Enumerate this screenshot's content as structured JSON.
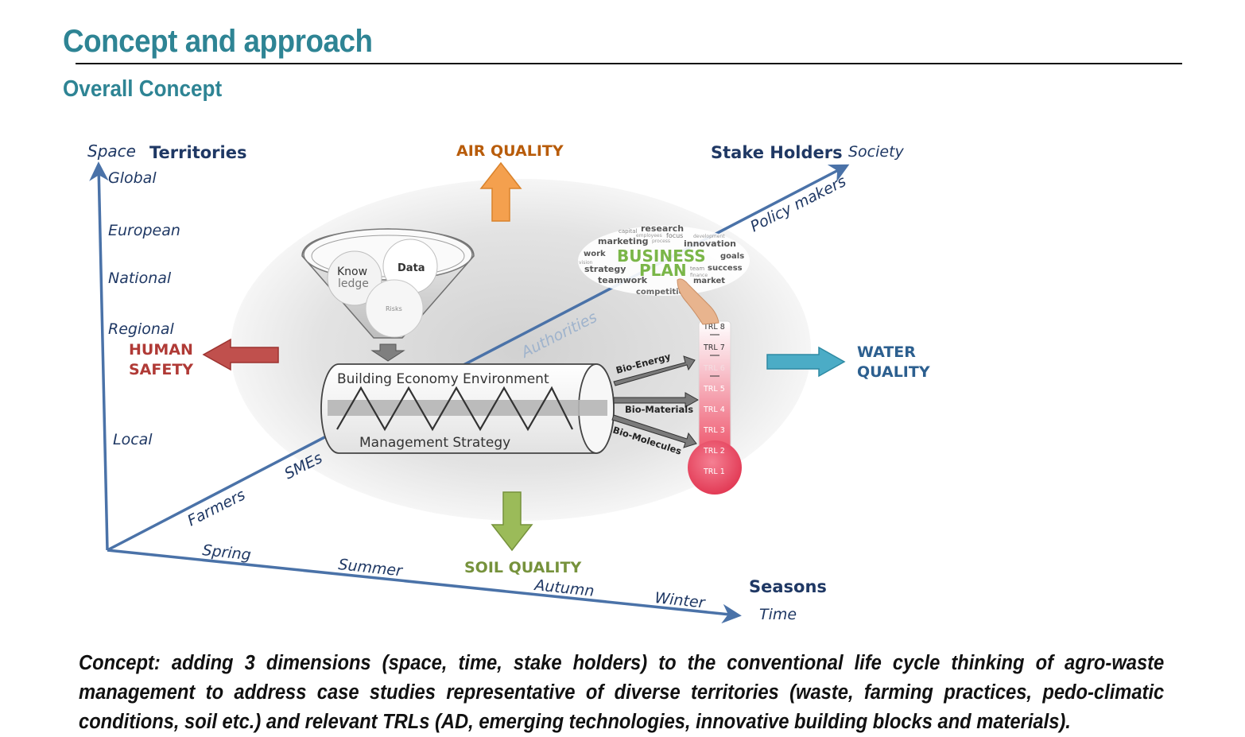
{
  "page_title": "Concept and approach",
  "section_title": "Overall Concept",
  "diagram": {
    "space_axis": {
      "label": "Space",
      "title": "Territories",
      "levels": [
        "Global",
        "European",
        "National",
        "Regional",
        "Local"
      ]
    },
    "time_axis": {
      "label": "Time",
      "title": "Seasons",
      "levels": [
        "Spring",
        "Summer",
        "Autumn",
        "Winter"
      ]
    },
    "stakeholder_axis": {
      "label": "Society",
      "title": "Stake Holders",
      "levels": [
        "Farmers",
        "SMEs",
        "Authorities",
        "Policy makers"
      ]
    },
    "impacts": {
      "air": "AIR QUALITY",
      "human_line1": "HUMAN",
      "human_line2": "SAFETY",
      "water_line1": "WATER",
      "water_line2": "QUALITY",
      "soil": "SOIL QUALITY"
    },
    "funnel": {
      "items": [
        "Know",
        "ledge",
        "Data",
        "Risks"
      ]
    },
    "cylinder": {
      "top": "Building Economy Environment",
      "bottom": "Management Strategy"
    },
    "outputs": [
      "Bio-Energy",
      "Bio-Materials",
      "Bio-Molecules"
    ],
    "trl_levels": [
      "TRL 8",
      "TRL 7",
      "TRL 6",
      "TRL 5",
      "TRL 4",
      "TRL 3",
      "TRL 2",
      "TRL 1"
    ],
    "word_cloud": {
      "main1": "BUSINESS",
      "main2": "PLAN",
      "words": [
        "research",
        "capital",
        "marketing",
        "focus",
        "innovation",
        "work",
        "goals",
        "strategy",
        "success",
        "teamwork",
        "market",
        "competition",
        "employees",
        "process",
        "development",
        "team",
        "finance",
        "vision"
      ]
    },
    "colors": {
      "axis": "#4a72a8",
      "air": "#f4a04e",
      "human": "#c0504d",
      "water": "#4bacc6",
      "soil": "#9bbb59",
      "title": "#2e8494"
    }
  },
  "caption": "Concept: adding 3 dimensions (space, time, stake holders) to the conventional life cycle thinking of agro-waste management to address case studies representative of diverse territories (waste, farming practices, pedo-climatic conditions, soil etc.)  and relevant TRLs (AD, emerging technologies, innovative building blocks and materials)."
}
